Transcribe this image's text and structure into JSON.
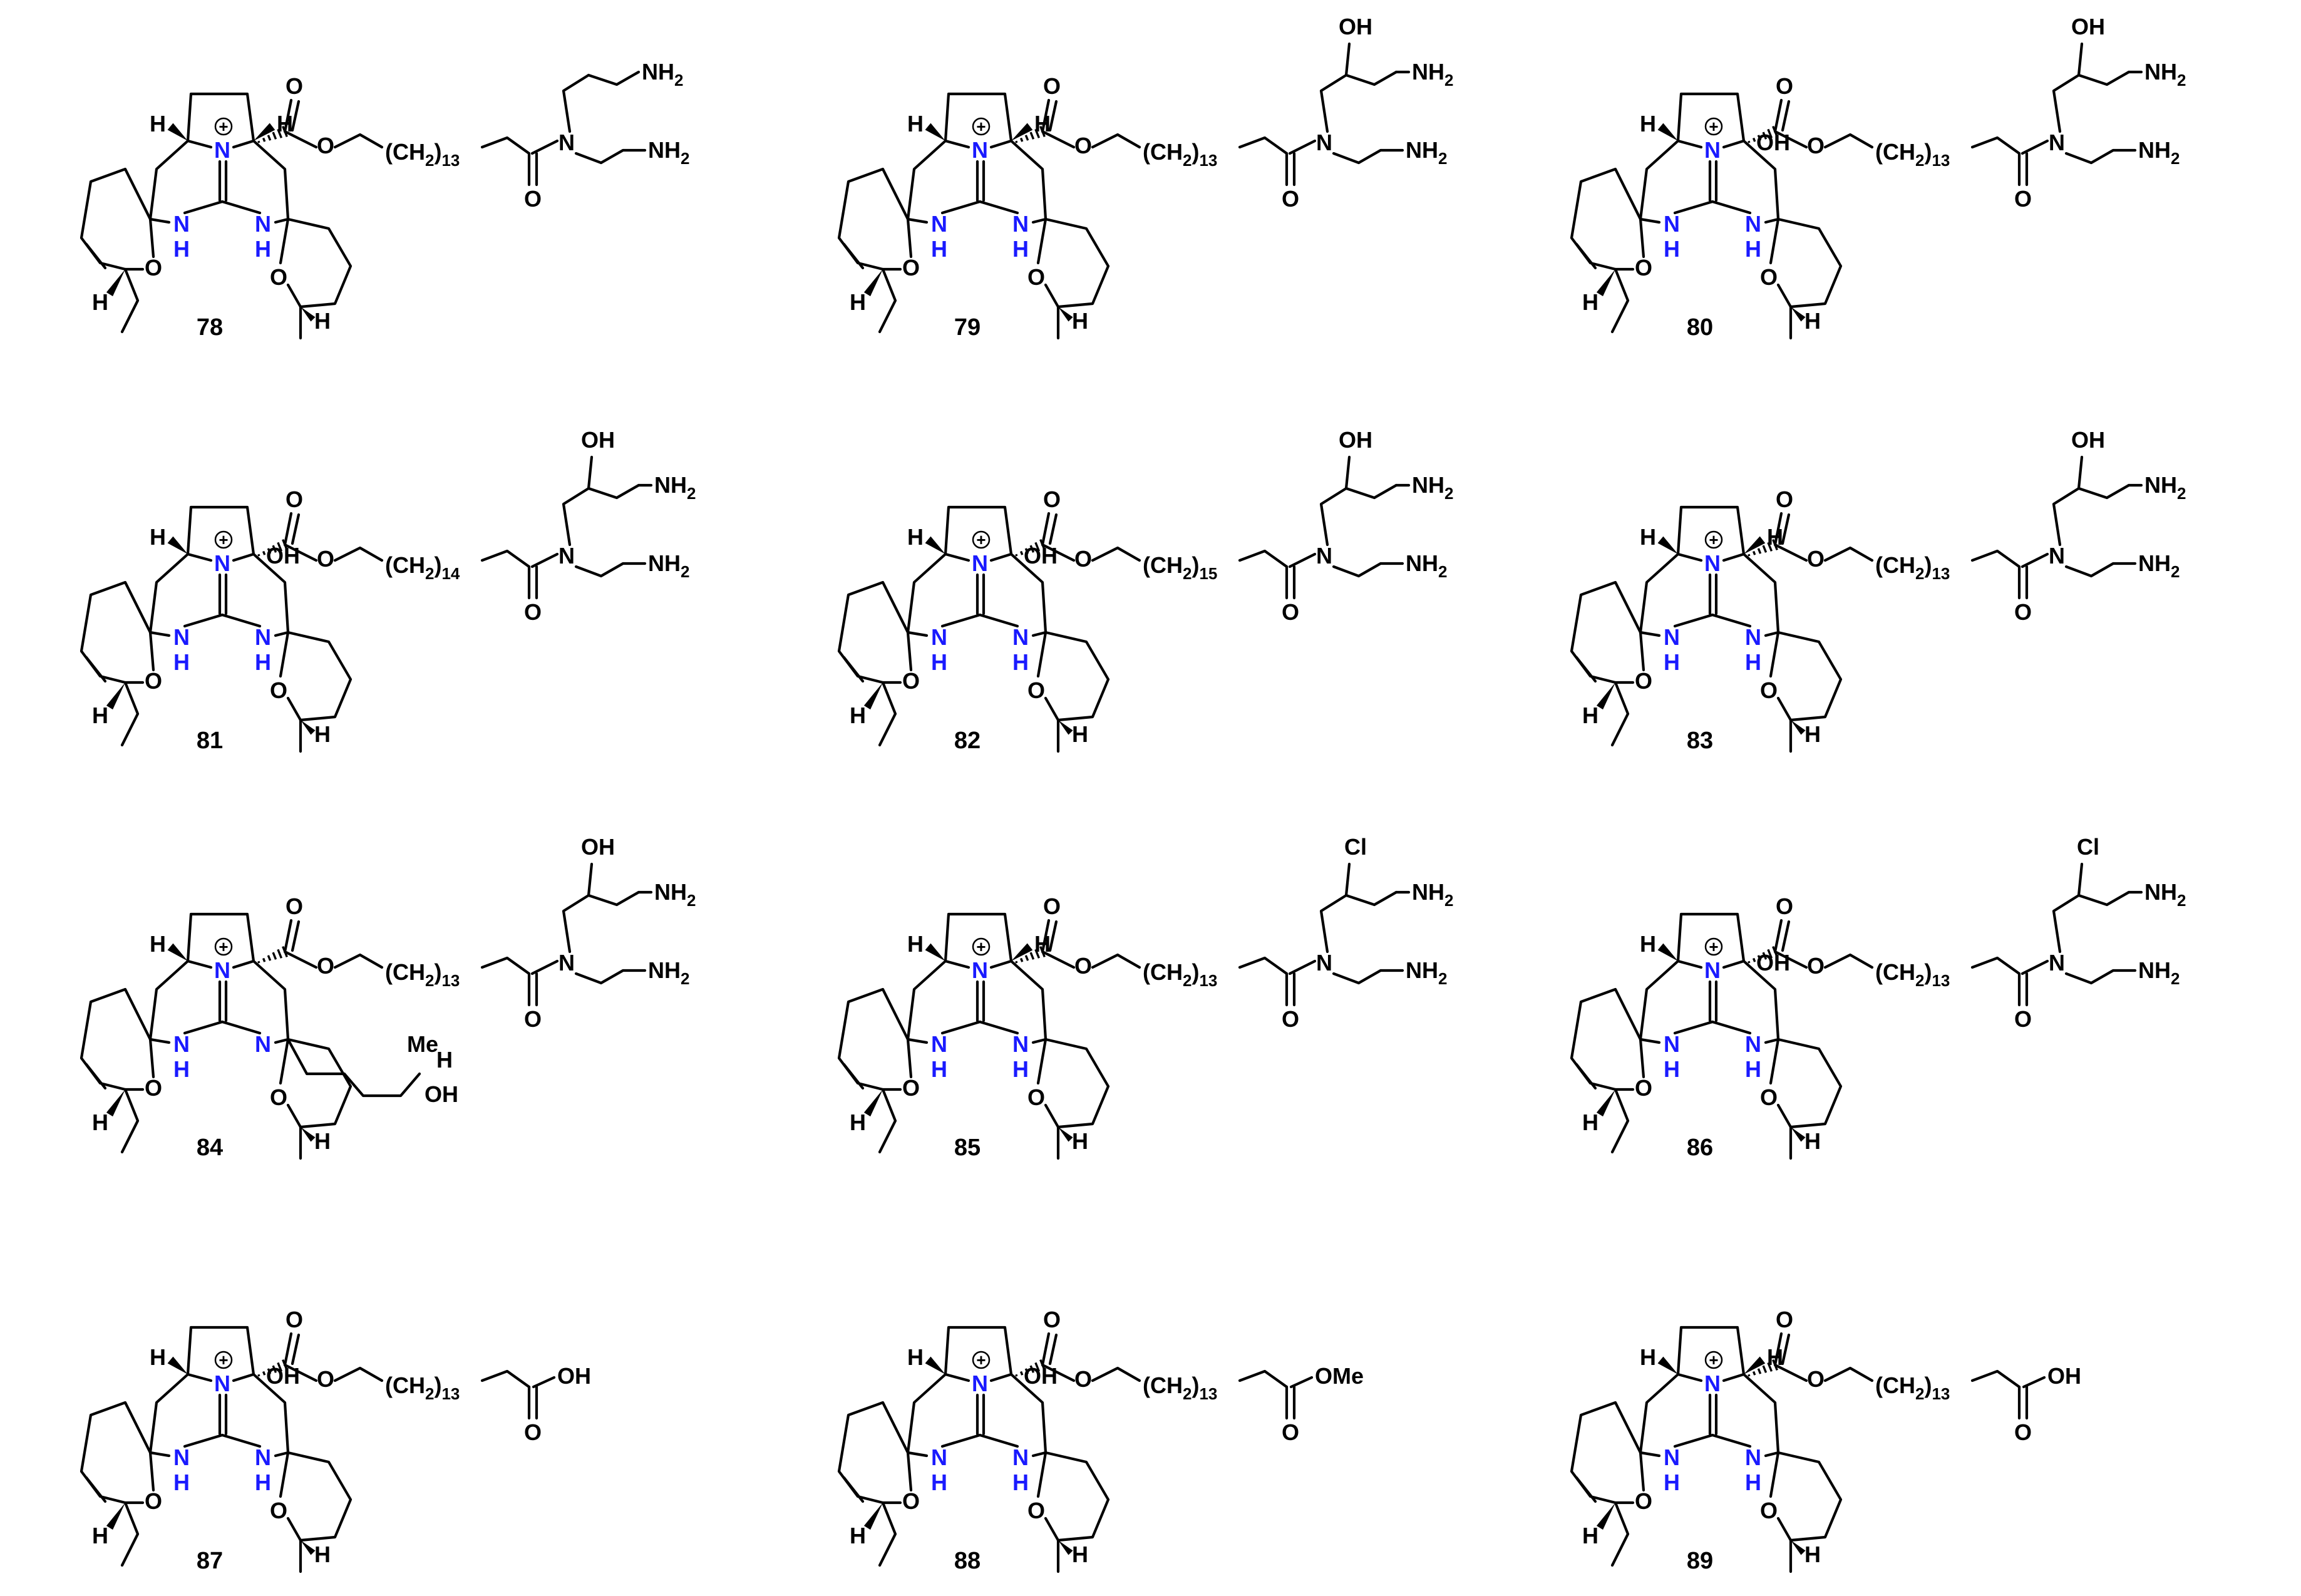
{
  "compounds": [
    {
      "id": "78",
      "ring_oh": "",
      "H_left": "H",
      "H_right": "H",
      "ester_O": "O",
      "chain": "(CH",
      "chain_h": "2",
      "chain_n": "13",
      "amide_O": "O",
      "N": "N",
      "OH": "",
      "NH2a": "NH",
      "NH2b": "NH"
    },
    {
      "id": "79",
      "ring_oh": "",
      "H_left": "H",
      "H_right": "H",
      "ester_O": "O",
      "chain": "(CH",
      "chain_h": "2",
      "chain_n": "13",
      "amide_O": "O",
      "N": "N",
      "OH": "OH",
      "NH2a": "NH",
      "NH2b": "NH"
    },
    {
      "id": "80",
      "ring_oh": "OH",
      "H_left": "H",
      "H_right": "",
      "ester_O": "O",
      "chain": "(CH",
      "chain_h": "2",
      "chain_n": "13",
      "amide_O": "O",
      "N": "N",
      "OH": "OH",
      "NH2a": "NH",
      "NH2b": "NH"
    },
    {
      "id": "81",
      "ring_oh": "OH",
      "H_left": "H",
      "H_right": "",
      "ester_O": "O",
      "chain": "(CH",
      "chain_h": "2",
      "chain_n": "14",
      "amide_O": "O",
      "N": "N",
      "OH": "OH",
      "NH2a": "NH",
      "NH2b": "NH"
    },
    {
      "id": "82",
      "ring_oh": "OH",
      "H_left": "H",
      "H_right": "",
      "ester_O": "O",
      "chain": "(CH",
      "chain_h": "2",
      "chain_n": "15",
      "amide_O": "O",
      "N": "N",
      "OH": "OH",
      "NH2a": "NH",
      "NH2b": "NH"
    },
    {
      "id": "83",
      "ring_oh": "",
      "H_left": "H",
      "H_right": "H",
      "ester_O": "O",
      "chain": "(CH",
      "chain_h": "2",
      "chain_n": "13",
      "amide_O": "O",
      "N": "N",
      "OH": "OH",
      "NH2a": "NH",
      "NH2b": "NH"
    },
    {
      "id": "84",
      "ring_oh": "",
      "H_left": "H",
      "H_right": "",
      "ester_O": "O",
      "chain": "(CH",
      "chain_h": "2",
      "chain_n": "13",
      "amide_O": "O",
      "N": "N",
      "OH": "OH",
      "NH2a": "NH",
      "NH2b": "NH"
    },
    {
      "id": "85",
      "ring_oh": "",
      "H_left": "H",
      "H_right": "H",
      "ester_O": "O",
      "chain": "(CH",
      "chain_h": "2",
      "chain_n": "13",
      "amide_O": "O",
      "N": "N",
      "OH": "Cl",
      "NH2a": "NH",
      "NH2b": "NH"
    },
    {
      "id": "86",
      "ring_oh": "OH",
      "H_left": "H",
      "H_right": "",
      "ester_O": "O",
      "chain": "(CH",
      "chain_h": "2",
      "chain_n": "13",
      "amide_O": "O",
      "N": "N",
      "OH": "Cl",
      "NH2a": "NH",
      "NH2b": "NH"
    },
    {
      "id": "87",
      "ring_oh": "OH",
      "H_left": "H",
      "H_right": "",
      "ester_O": "O",
      "chain": "(CH",
      "chain_h": "2",
      "chain_n": "13",
      "acid_O": "O",
      "acid_end": "OH"
    },
    {
      "id": "88",
      "ring_oh": "OH",
      "H_left": "H",
      "H_right": "",
      "ester_O": "O",
      "chain": "(CH",
      "chain_h": "2",
      "chain_n": "13",
      "acid_O": "O",
      "acid_end": "OMe"
    },
    {
      "id": "89",
      "ring_oh": "",
      "H_left": "H",
      "H_right": "H",
      "ester_O": "O",
      "chain": "(CH",
      "chain_h": "2",
      "chain_n": "13",
      "acid_O": "O",
      "acid_end": "OH"
    }
  ],
  "common": {
    "N_plus": "N",
    "plus": "+",
    "NH": "N",
    "NH_H": "H",
    "ring_O": "O",
    "H": "H",
    "close": ")",
    "sub2": "2",
    "me84": "Me",
    "h84": "H",
    "oh84": "OH",
    "n84": "N"
  },
  "colors": {
    "heteroatom": "#1a1aff",
    "bond": "#000000"
  }
}
